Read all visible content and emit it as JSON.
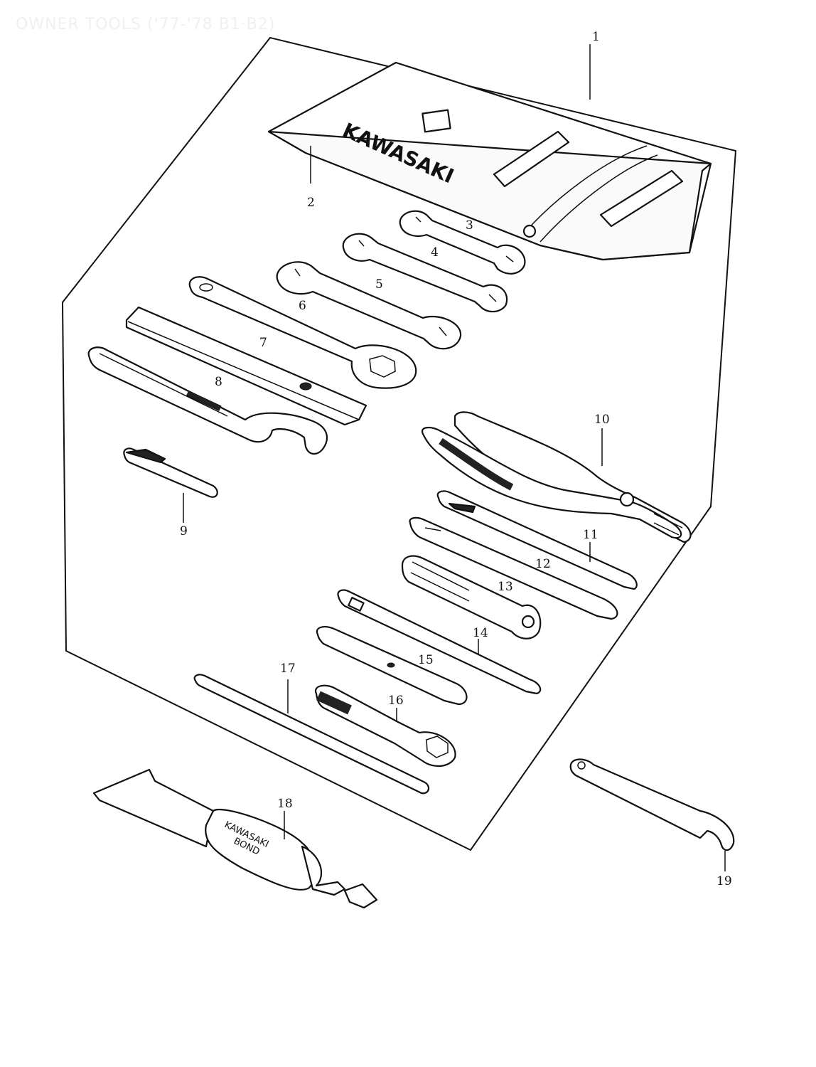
{
  "title": "OWNER TOOLS ('77-'78 B1·B2)",
  "brand_text": "KAWASAKI",
  "tube_text_line1": "KAWASAKI",
  "tube_text_line2": "BOND",
  "callouts": [
    "1",
    "2",
    "3",
    "4",
    "5",
    "6",
    "7",
    "8",
    "9",
    "10",
    "11",
    "12",
    "13",
    "14",
    "15",
    "16",
    "17",
    "18",
    "19"
  ]
}
